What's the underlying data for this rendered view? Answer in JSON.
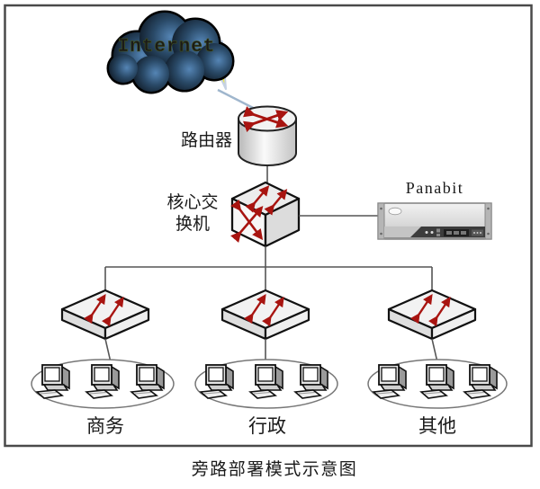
{
  "diagram": {
    "internet_label": "Internet",
    "router_label": "路由器",
    "core_switch_label_line1": "核心交",
    "core_switch_label_line2": "换机",
    "panabit_label": "Panabit",
    "groups": [
      {
        "label": "商务"
      },
      {
        "label": "行政"
      },
      {
        "label": "其他"
      }
    ],
    "caption": "旁路部署模式示意图",
    "colors": {
      "arrow_red": "#a81410",
      "line_gray": "#555555",
      "lightning_yellow": "#f3ef35",
      "cloud_dark": "#0a1018",
      "cloud_light": "#5585b5",
      "internet_text_green": "#c8dc32",
      "frame_border": "#4a4a4a"
    }
  }
}
